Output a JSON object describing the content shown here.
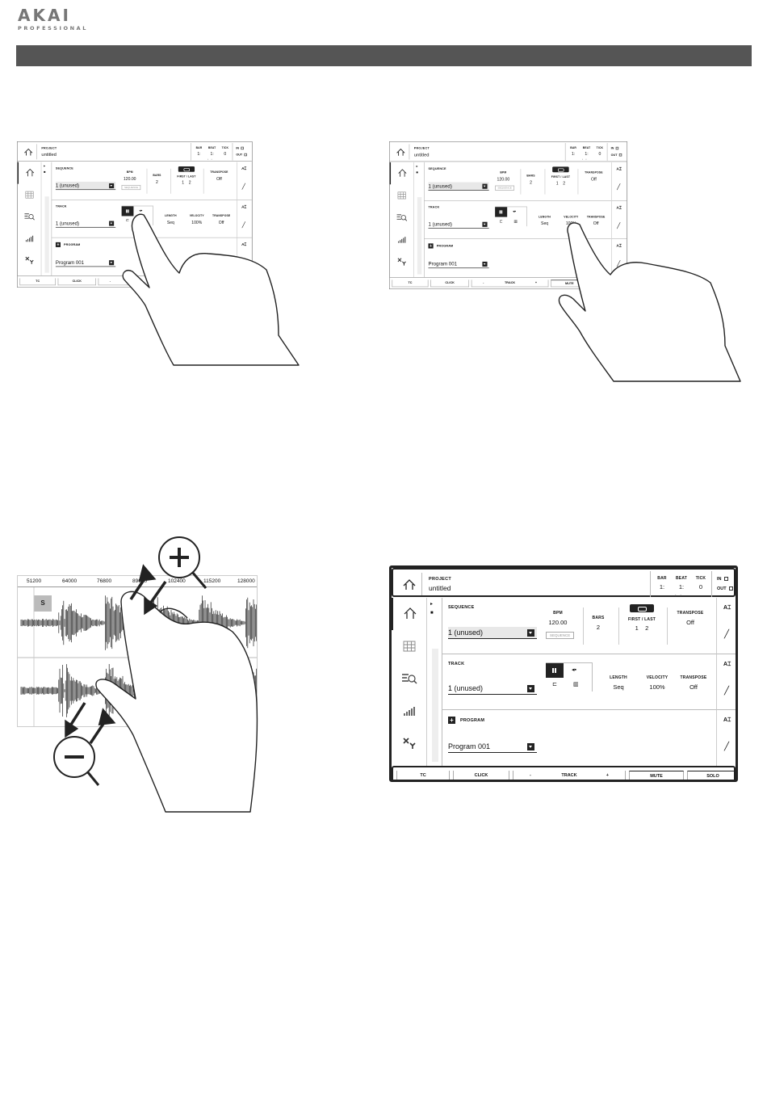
{
  "brand": {
    "name": "AKAI",
    "sub": "PROFESSIONAL"
  },
  "screen": {
    "project_label": "PROJECT",
    "project_name": "untitled",
    "bar_label": "BAR",
    "bar_value": "1:",
    "beat_label": "BEAT",
    "beat_value": "1:",
    "tick_label": "TICK",
    "tick_value": "0",
    "dots": "• •",
    "in_label": "IN",
    "out_label": "OUT",
    "sequence_label": "SEQUENCE",
    "sequence_value": "1   (unused)",
    "bpm_label": "BPM",
    "bpm_value": "120.00",
    "tap_label": "SEQUENCE",
    "bars_label": "BARS",
    "bars_value": "2",
    "first_last_label": "FIRST / LAST",
    "first_value": "1",
    "last_value": "2",
    "transpose_label": "TRANSPOSE",
    "transpose_value": "Off",
    "track_label": "TRACK",
    "track_value": "1   (unused)",
    "length_label": "LENGTH",
    "length_value": "Seq",
    "velocity_label": "VELOCITY",
    "velocity_value": "100%",
    "track_transpose_label": "TRANSPOSE",
    "track_transpose_value": "Off",
    "program_label": "PROGRAM",
    "program_value": "Program 001",
    "bottom": {
      "tc": "TC",
      "click": "CLICK",
      "minus": "-",
      "track": "TRACK",
      "plus": "+",
      "mute": "MUTE",
      "solo": "SOLO"
    },
    "pen_a": "A"
  },
  "waveform": {
    "ticks": [
      "51200",
      "64000",
      "76800",
      "89600",
      "102400",
      "115200",
      "128000"
    ],
    "marker": "S"
  },
  "zoom": {
    "plus": "+",
    "minus": "–"
  }
}
